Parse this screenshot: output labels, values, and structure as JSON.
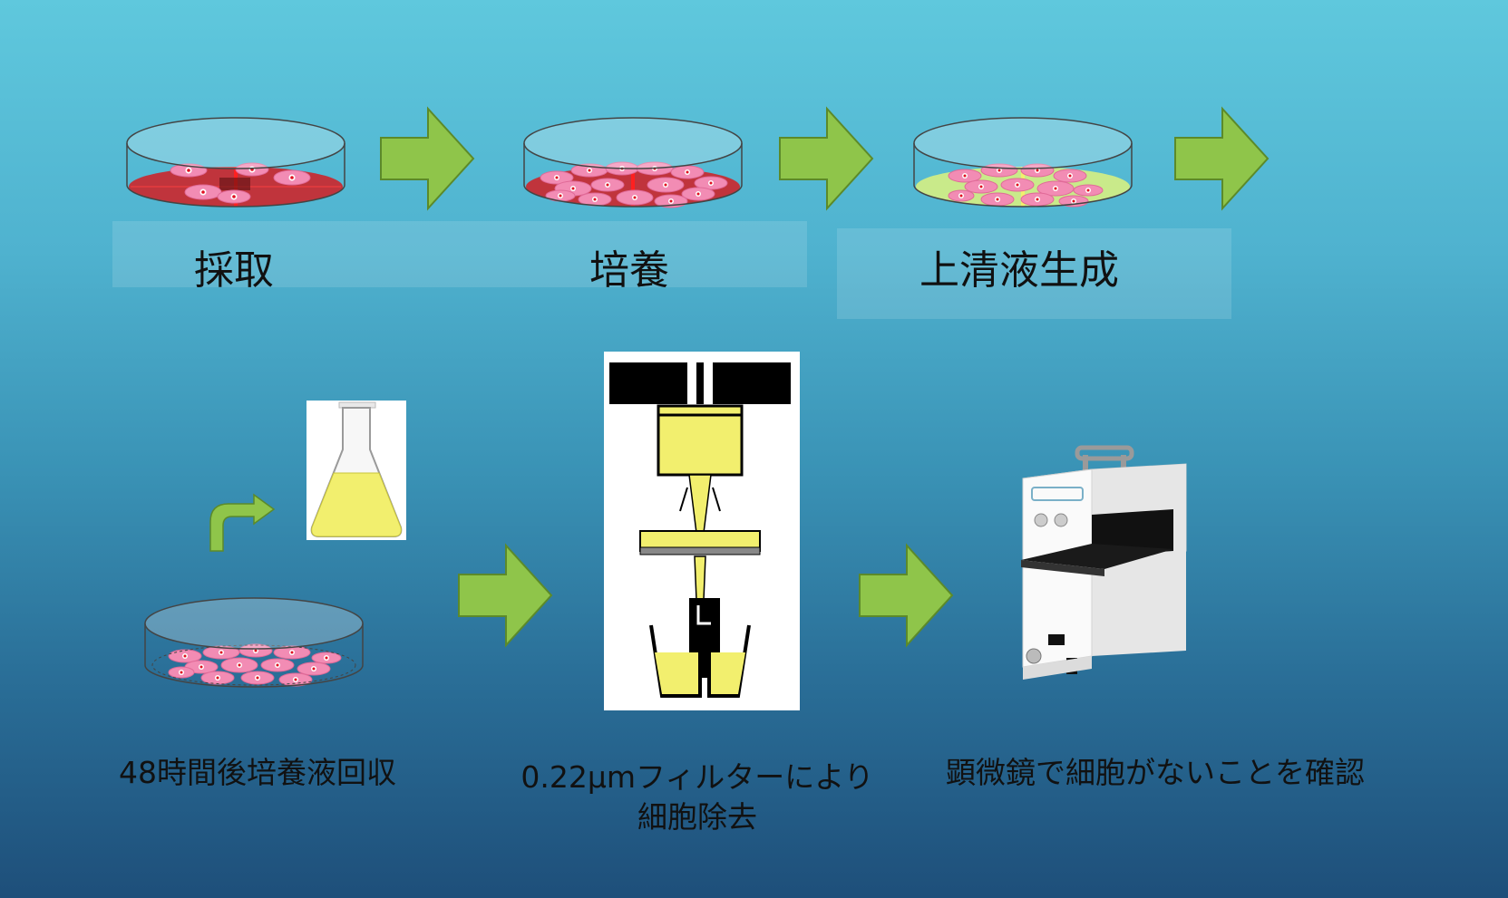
{
  "top_row": {
    "steps": [
      {
        "label": "採取",
        "dish_icon": "petri-dish-sparse-cells-icon"
      },
      {
        "label": "培養",
        "dish_icon": "petri-dish-dense-cells-icon"
      },
      {
        "label": "上清液生成",
        "dish_icon": "petri-dish-supernatant-icon"
      }
    ]
  },
  "bottom_row": {
    "steps": [
      {
        "label": "48時間後培養液回収",
        "icon": "culture-medium-collection-icon"
      },
      {
        "label_line1": "0.22μmフィルターにより",
        "label_line2": "細胞除去",
        "icon": "filter-syringe-icon"
      },
      {
        "label": "顕微鏡で細胞がないことを確認",
        "icon": "microscope-icon"
      }
    ]
  },
  "colors": {
    "arrow": "#8fc54a",
    "medium_red": "#c0343c",
    "medium_yellow": "#f2ef6e",
    "medium_green": "#c9ea8a",
    "cell_pink": "#f28cb4"
  }
}
